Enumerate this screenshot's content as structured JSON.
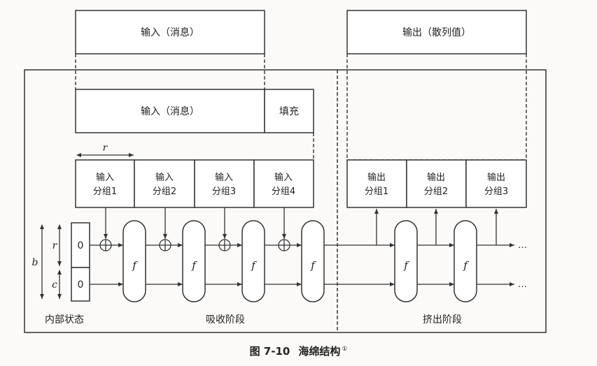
{
  "top_input_label": "输入（消息）",
  "top_output_label": "输出（散列值）",
  "padded_message_label": "输入（消息）",
  "padding_label": "填充",
  "r_label": "r",
  "b_label": "b",
  "c_label": "c",
  "input_blocks": [
    {
      "line1": "输入",
      "line2": "分组1"
    },
    {
      "line1": "输入",
      "line2": "分组2"
    },
    {
      "line1": "输入",
      "line2": "分组3"
    },
    {
      "line1": "输入",
      "line2": "分组4"
    }
  ],
  "output_blocks": [
    {
      "line1": "输出",
      "line2": "分组1"
    },
    {
      "line1": "输出",
      "line2": "分组2"
    },
    {
      "line1": "输出",
      "line2": "分组3"
    }
  ],
  "state_r_value": "0",
  "state_c_value": "0",
  "f_label": "f",
  "ellipsis": "…",
  "internal_state_label": "内部状态",
  "absorb_phase_label": "吸收阶段",
  "squeeze_phase_label": "挤出阶段",
  "caption": {
    "number": "图 7-10",
    "title": "海绵结构",
    "footnote_mark": "①"
  }
}
